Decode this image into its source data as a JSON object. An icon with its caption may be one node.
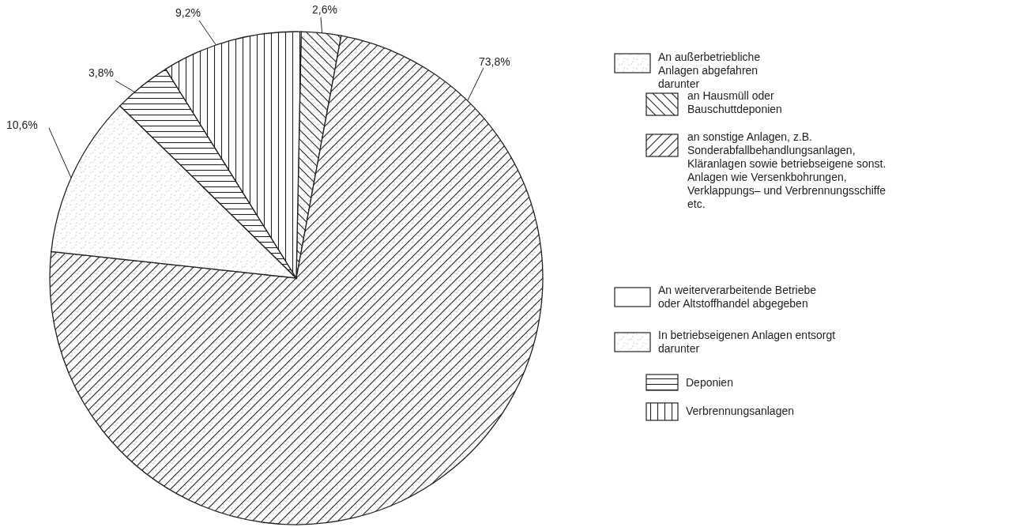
{
  "diagram": {
    "legend": [
      {
        "text": "An außerbetriebliche Anlagen abgefahren darunter"
      },
      {
        "text": "an Hausmüll oder Bauschuttdeponien"
      },
      {
        "text": "an sonstige Anlagen, z.B. Sonderabfallbehandlungsanlagen, Kläranlagen sowie betriebseigene sonst. Anlagen wie Versenkbohrungen, Verklappungs– und Verbrennungsschiffe etc."
      },
      {
        "text": "An weiterverarbeitende Betriebe oder Altstoffhandel abgegeben"
      },
      {
        "text": "In betriebseigenen Anlagen entsorgt darunter"
      },
      {
        "text": "Deponien"
      },
      {
        "text": "Verbrennungsanlagen"
      }
    ],
    "chart_data": {
      "type": "pie",
      "values": [
        2.6,
        73.8,
        10.6,
        3.8,
        9.2
      ],
      "value_labels": [
        "2,6%",
        "73,8%",
        "10,6%",
        "3,8%",
        "9,2%"
      ]
    }
  }
}
